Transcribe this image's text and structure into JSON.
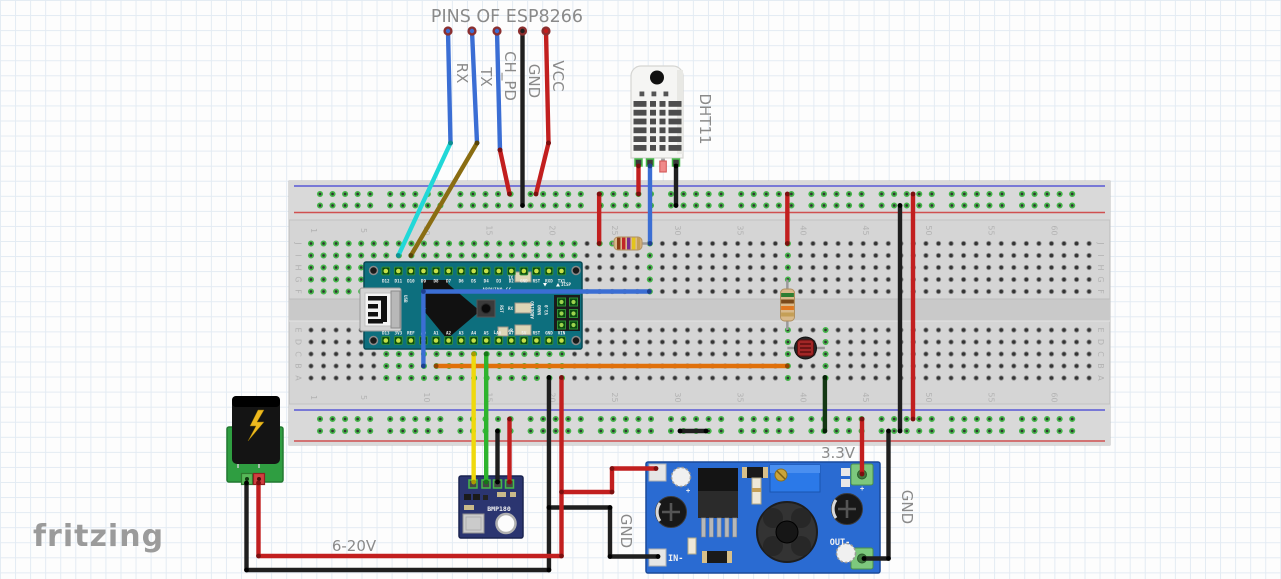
{
  "title": "PINS OF ESP8266",
  "logo": "fritzing",
  "esp_pins": {
    "labels": [
      "RX",
      "TX",
      "CH_PD",
      "GND",
      "VCC"
    ]
  },
  "dht11": {
    "label": "DHT11"
  },
  "bmp180": {
    "label": "BMP180"
  },
  "power_module": {
    "out_voltage": "3.3V",
    "gnd_out": "GND",
    "gnd_in": "GND",
    "in_minus": "IN-",
    "out_minus": "OUT-",
    "plus_in": "+",
    "plus_out": "+"
  },
  "supply": {
    "range": "6-20V"
  },
  "nano": {
    "brand": "ARDUINO.CC",
    "icsp": "ICSP",
    "rst": "RST",
    "usb": "USB",
    "name_lines": [
      "ARDUINO",
      "NANO",
      "V3.0"
    ],
    "led_labels": [
      "TX",
      "RX",
      "PWR",
      "L"
    ],
    "top_pins": [
      "D12",
      "D11",
      "D10",
      "D9",
      "D8",
      "D7",
      "D6",
      "D5",
      "D4",
      "D3",
      "D2",
      "GND",
      "RST",
      "RXD",
      "TX1"
    ],
    "bottom_pins": [
      "D13",
      "3V3",
      "REF",
      "A0",
      "A1",
      "A2",
      "A3",
      "A4",
      "A5",
      "A6",
      "A7",
      "5V",
      "RST",
      "GND",
      "VIN"
    ]
  },
  "breadboard": {
    "column_numbers": [
      1,
      5,
      10,
      15,
      20,
      25,
      30,
      35,
      40,
      45,
      50,
      55,
      60
    ],
    "row_letters_top": [
      "J",
      "I",
      "H",
      "G",
      "F"
    ],
    "row_letters_bottom": [
      "E",
      "D",
      "C",
      "B",
      "A"
    ],
    "green_columns_top_full": "1-22,28,39",
    "green_columns_top_row_j": "24-27",
    "green_columns_bottom": "7-21,39,42"
  },
  "wire_colors": {
    "blue": "#3b6ed4",
    "cyan": "#21d8d8",
    "olive": "#8a6d12",
    "red": "#c21f1f",
    "black": "#1f1f1f",
    "yellow": "#efd90d",
    "green": "#2eb42e",
    "orange": "#e0700a",
    "darkgreen": "#143814"
  },
  "wire_colors_dark": {
    "blue": "#1e3f8f",
    "cyan": "#0e8f93",
    "olive": "#574408",
    "red": "#7c0f0f",
    "black": "#000000",
    "yellow": "#a89a00",
    "green": "#177517",
    "orange": "#8f4505",
    "darkgreen": "#071f07"
  },
  "components": {
    "r1_bands": [
      "#8a3b16",
      "#c22626",
      "#7b2d8b",
      "#e3c51c",
      "#c59f56"
    ],
    "r2_bands": [
      "#2e7d32",
      "#7a4a1a",
      "#e07820",
      "#c59f56"
    ],
    "accent_green_ring": "#44b549",
    "board_gray": "#d5d5d5",
    "nano_teal": "#0d6f7e",
    "module_blue": "#2a6bd2",
    "bmp_navy": "#2b3570",
    "jack_green": "#2f9e41"
  }
}
